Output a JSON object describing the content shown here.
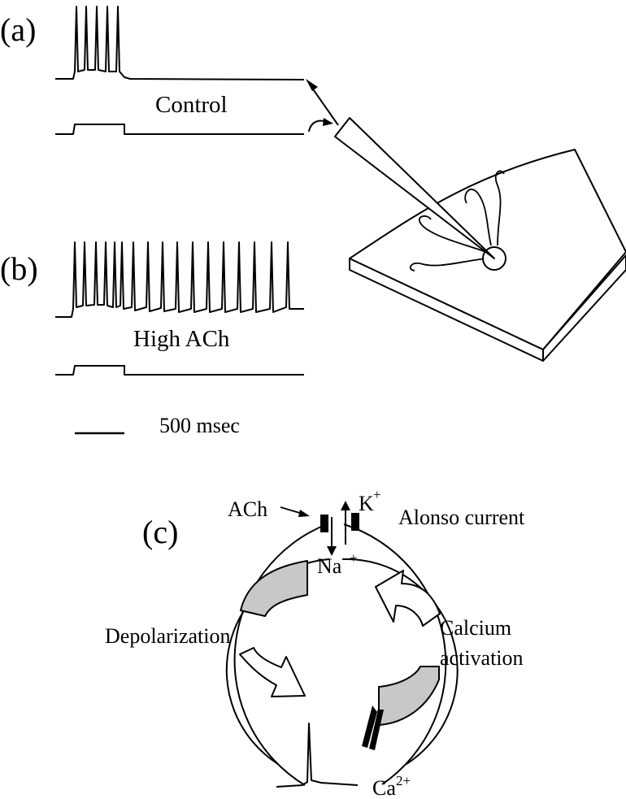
{
  "panels": {
    "a": "(a)",
    "b": "(b)",
    "c": "(c)"
  },
  "traces": {
    "control_label": "Control",
    "high_ach_label": "High ACh",
    "scale_bar_label": "500 msec"
  },
  "cycle": {
    "ach_label": "ACh",
    "k_label": "K",
    "k_sup": "+",
    "na_label": "Na",
    "na_sup": "+",
    "alonso_label": "Alonso current",
    "depolarization_label": "Depolarization",
    "calcium_line1": "Calcium",
    "calcium_line2": "activation",
    "ca_label": "Ca",
    "ca_sup": "2+"
  }
}
